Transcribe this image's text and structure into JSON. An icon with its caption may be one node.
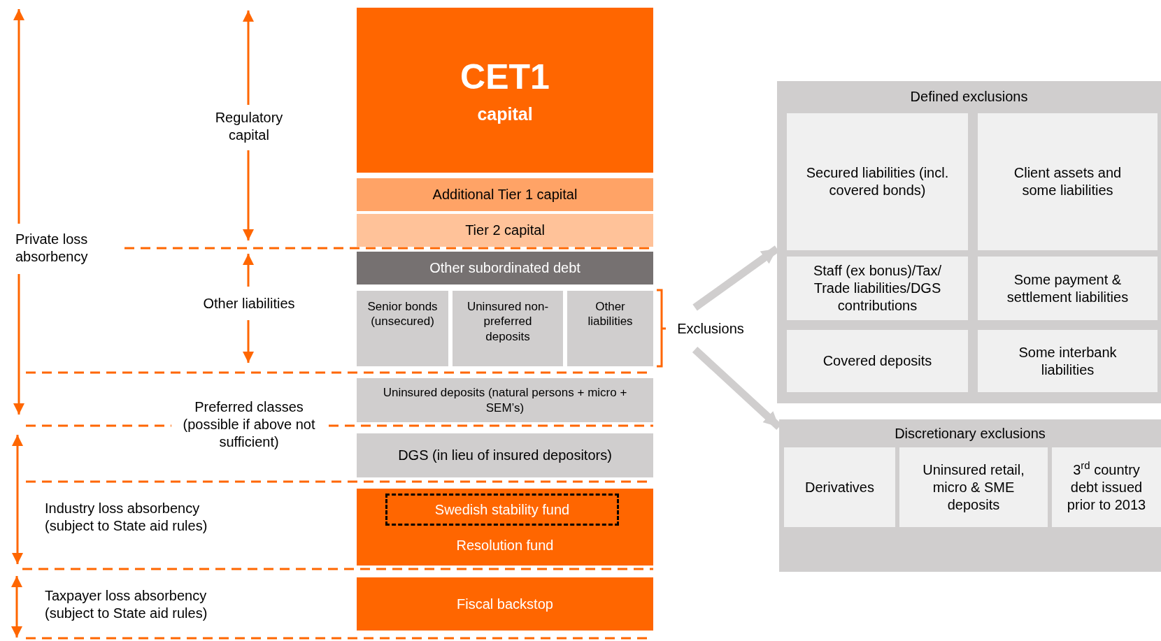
{
  "diagram": {
    "nodes": [
      {
        "text": [
          "CET1",
          "capital"
        ]
      },
      {
        "text": [
          "Additional Tier 1 capital"
        ]
      },
      {
        "text": [
          "Tier 2 capital"
        ]
      },
      {
        "text": [
          "Other subordinated debt"
        ]
      },
      {
        "text": [
          "Senior bonds (unsecured)"
        ]
      },
      {
        "text": [
          "Uninsured non-preferred deposits"
        ]
      },
      {
        "text": [
          "Other liabilities"
        ]
      },
      {
        "text": [
          "Uninsured deposits (natural persons + micro + SEM’s)"
        ]
      },
      {
        "text": [
          "DGS (in lieu of insured depositors)"
        ]
      },
      {
        "text": [
          "Resolution fund"
        ]
      },
      {
        "text": [
          "Swedish stability fund"
        ],
        "in": 9
      },
      {
        "text": [
          "Fiscal backstop"
        ]
      },
      {
        "text": [
          "Exclusions"
        ]
      },
      {
        "text": [
          "Defined exclusions"
        ]
      },
      {
        "text": [
          "Secured liabilities (incl. covered bonds)"
        ],
        "in": 13
      },
      {
        "text": [
          "Client assets and some liabilities"
        ],
        "in": 13
      },
      {
        "text": [
          "Staff (ex bonus)/Tax/ Trade liabilities/DGS contributions"
        ],
        "in": 13
      },
      {
        "text": [
          "Some payment & settlement liabilities"
        ],
        "in": 13
      },
      {
        "text": [
          "Covered deposits"
        ],
        "in": 13
      },
      {
        "text": [
          "Some interbank liabilities"
        ],
        "in": 13
      },
      {
        "text": [
          "Discretionary exclusions"
        ]
      },
      {
        "text": [
          "Derivatives"
        ],
        "in": 20
      },
      {
        "text": [
          "Uninsured retail, micro & SME deposits"
        ],
        "in": 20
      },
      {
        "text": [
          "3$^{rd}$ country debt issued prior to 2013"
        ],
        "in": 20
      }
    ],
    "edges": [
      {
        "from": 12,
        "to": 13,
        "arrow": "to"
      },
      {
        "from": 12,
        "to": 20,
        "arrow": "to"
      }
    ],
    "labels": [
      "Regulatory capital",
      "Private loss absorbency",
      "Other liabilities",
      "Preferred classes (possible if above not sufficient)",
      "Industry loss absorbency (subject to State aid rules)",
      "Taxpayer loss absorbency (subject to State aid rules)"
    ]
  }
}
